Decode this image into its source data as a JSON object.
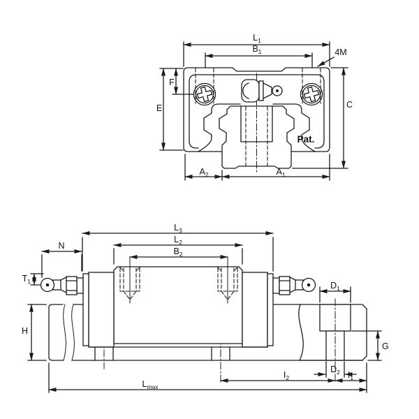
{
  "drawing": {
    "patent_label": "Pat.",
    "thread_callout": "4M",
    "end_view": {
      "L1": {
        "m": "L",
        "s": "1"
      },
      "B1": {
        "m": "B",
        "s": "1"
      },
      "F": "F",
      "E": "E",
      "C": "C",
      "A2": {
        "m": "A",
        "s": "2"
      },
      "A1": {
        "m": "A",
        "s": "1"
      }
    },
    "side_view": {
      "L3": {
        "m": "L",
        "s": "3"
      },
      "L2": {
        "m": "L",
        "s": "2"
      },
      "B2": {
        "m": "B",
        "s": "2"
      },
      "N": "N",
      "T1": {
        "m": "T",
        "s": "1"
      },
      "H": "H",
      "D1": {
        "m": "D",
        "s": "1"
      },
      "G": "G",
      "D2": {
        "m": "D",
        "s": "2"
      },
      "I2": {
        "m": "I",
        "s": "2"
      },
      "I1": {
        "m": "I",
        "s": "1"
      },
      "Lmax": {
        "m": "L",
        "s": "max"
      }
    }
  },
  "colors": {
    "line": "#1b1b1b",
    "background": "#ffffff"
  }
}
